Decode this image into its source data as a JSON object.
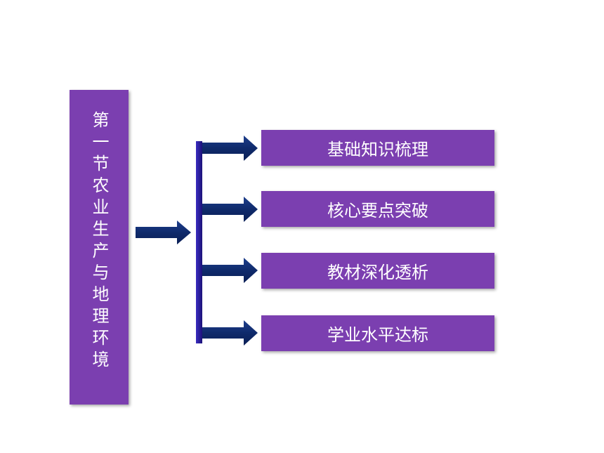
{
  "title": "第一节农业生产与地理环境",
  "topics": [
    {
      "label": "基础知识梳理"
    },
    {
      "label": "核心要点突破"
    },
    {
      "label": "教材深化透析"
    },
    {
      "label": "学业水平达标"
    }
  ],
  "colors": {
    "box_fill": "#7b3fb0",
    "arrow_fill": "#102a6b",
    "bracket_fill": "#2a1f9e",
    "text": "#ffffff"
  }
}
